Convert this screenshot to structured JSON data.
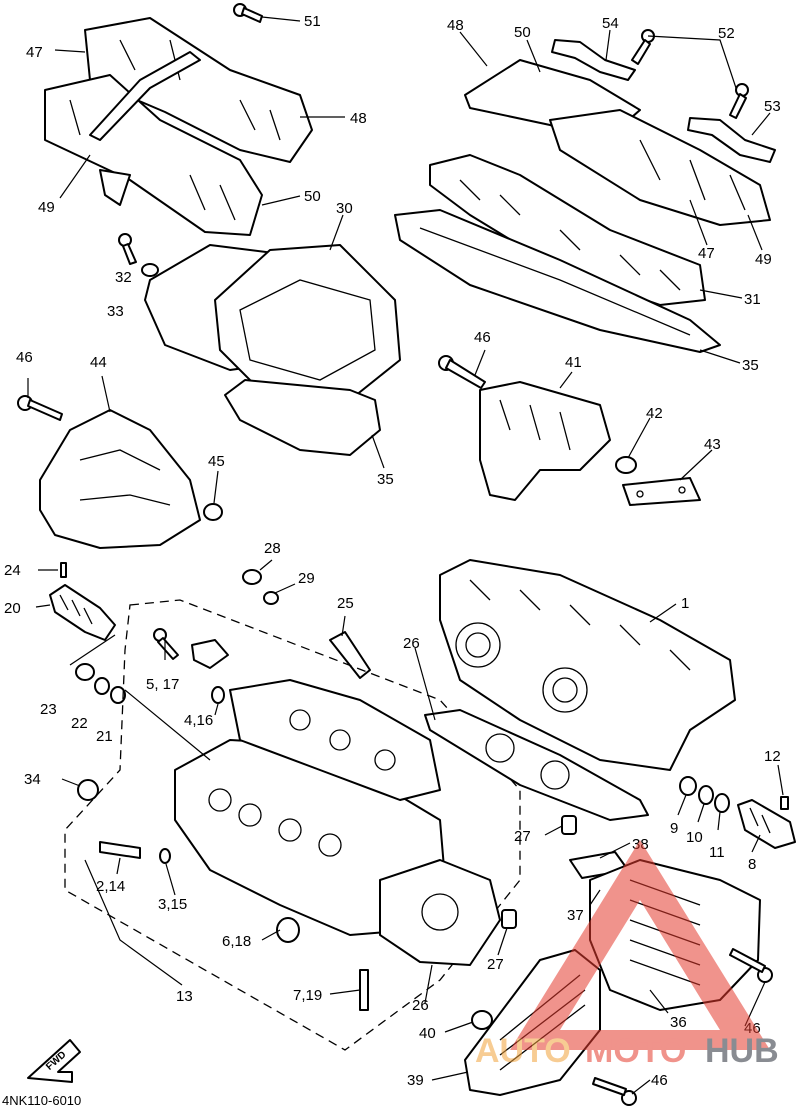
{
  "diagram": {
    "code": "4NK110-6010",
    "direction_label": "FWD",
    "callouts": [
      {
        "id": "c51",
        "text": "51"
      },
      {
        "id": "c47a",
        "text": "47"
      },
      {
        "id": "c48a",
        "text": "48"
      },
      {
        "id": "c49a",
        "text": "49"
      },
      {
        "id": "c50a",
        "text": "50"
      },
      {
        "id": "c30",
        "text": "30"
      },
      {
        "id": "c32",
        "text": "32"
      },
      {
        "id": "c33",
        "text": "33"
      },
      {
        "id": "c48b",
        "text": "48"
      },
      {
        "id": "c50b",
        "text": "50"
      },
      {
        "id": "c54",
        "text": "54"
      },
      {
        "id": "c52",
        "text": "52"
      },
      {
        "id": "c53",
        "text": "53"
      },
      {
        "id": "c47b",
        "text": "47"
      },
      {
        "id": "c49b",
        "text": "49"
      },
      {
        "id": "c31",
        "text": "31"
      },
      {
        "id": "c35a",
        "text": "35"
      },
      {
        "id": "c46a",
        "text": "46"
      },
      {
        "id": "c41",
        "text": "41"
      },
      {
        "id": "c42",
        "text": "42"
      },
      {
        "id": "c43",
        "text": "43"
      },
      {
        "id": "c46b",
        "text": "46"
      },
      {
        "id": "c44",
        "text": "44"
      },
      {
        "id": "c45",
        "text": "45"
      },
      {
        "id": "c35b",
        "text": "35"
      },
      {
        "id": "c28",
        "text": "28"
      },
      {
        "id": "c29",
        "text": "29"
      },
      {
        "id": "c24",
        "text": "24"
      },
      {
        "id": "c20",
        "text": "20"
      },
      {
        "id": "c25",
        "text": "25"
      },
      {
        "id": "c1",
        "text": "1"
      },
      {
        "id": "c26a",
        "text": "26"
      },
      {
        "id": "c517",
        "text": "5, 17"
      },
      {
        "id": "c23",
        "text": "23"
      },
      {
        "id": "c22",
        "text": "22"
      },
      {
        "id": "c21",
        "text": "21"
      },
      {
        "id": "c416",
        "text": "4,16"
      },
      {
        "id": "c34",
        "text": "34"
      },
      {
        "id": "c12",
        "text": "12"
      },
      {
        "id": "c9",
        "text": "9"
      },
      {
        "id": "c10",
        "text": "10"
      },
      {
        "id": "c11",
        "text": "11"
      },
      {
        "id": "c8",
        "text": "8"
      },
      {
        "id": "c27a",
        "text": "27"
      },
      {
        "id": "c38",
        "text": "38"
      },
      {
        "id": "c214",
        "text": "2,14"
      },
      {
        "id": "c315",
        "text": "3,15"
      },
      {
        "id": "c37",
        "text": "37"
      },
      {
        "id": "c618",
        "text": "6,18"
      },
      {
        "id": "c27b",
        "text": "27"
      },
      {
        "id": "c13",
        "text": "13"
      },
      {
        "id": "c719",
        "text": "7,19"
      },
      {
        "id": "c26b",
        "text": "26"
      },
      {
        "id": "c36",
        "text": "36"
      },
      {
        "id": "c46c",
        "text": "46"
      },
      {
        "id": "c40",
        "text": "40"
      },
      {
        "id": "c39",
        "text": "39"
      },
      {
        "id": "c46d",
        "text": "46"
      }
    ]
  },
  "watermark": {
    "part1": "AUTO",
    "part2": "MOTO",
    "part3": "HUB",
    "color_a": "#f2a43c",
    "color_b": "#e43b2e",
    "color_c": "#2a2f3a"
  }
}
